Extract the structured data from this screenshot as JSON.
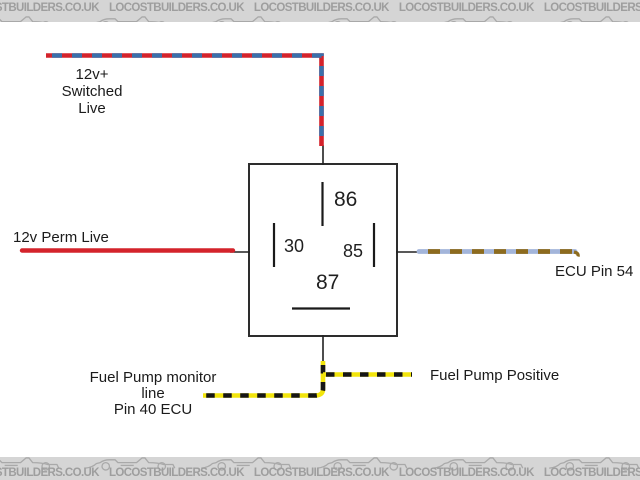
{
  "watermark": {
    "text": "LOCOSTBUILDERS.CO.UK"
  },
  "labels": {
    "switched_live_line1": "12v+ Switched",
    "switched_live_line2": "Live",
    "perm_live": "12v Perm Live",
    "ecu_pin": "ECU Pin 54",
    "fuel_monitor_line1": "Fuel Pump monitor line",
    "fuel_monitor_line2": "Pin 40 ECU",
    "fuel_positive": "Fuel Pump Positive"
  },
  "relay": {
    "pin86": "86",
    "pin30": "30",
    "pin85": "85",
    "pin87": "87"
  },
  "wires": [
    {
      "name": "switched-live",
      "colors": [
        "red",
        "blue"
      ],
      "connects": "12v+ Switched Live to relay pin 86"
    },
    {
      "name": "perm-live",
      "colors": [
        "red"
      ],
      "connects": "12v Perm Live to relay pin 30"
    },
    {
      "name": "ecu-pin-54",
      "colors": [
        "light-blue",
        "brown"
      ],
      "connects": "relay pin 85 to ECU Pin 54"
    },
    {
      "name": "fuel-pump-monitor",
      "colors": [
        "yellow",
        "black"
      ],
      "connects": "relay pin 87 to Fuel Pump monitor line Pin 40 ECU"
    },
    {
      "name": "fuel-pump-positive",
      "colors": [
        "yellow",
        "black"
      ],
      "connects": "relay pin 87 to Fuel Pump Positive"
    }
  ],
  "colors": {
    "wire_red": "#d4232b",
    "wire_blue_stripe": "#3a70ab",
    "wire_light_blue": "#a3b5da",
    "wire_brown_stripe": "#8d6b1e",
    "wire_yellow": "#f2e50c",
    "wire_black_stripe": "#161616",
    "watermark_bg": "#d5d5d5",
    "watermark_fg": "#9e9e9e"
  }
}
